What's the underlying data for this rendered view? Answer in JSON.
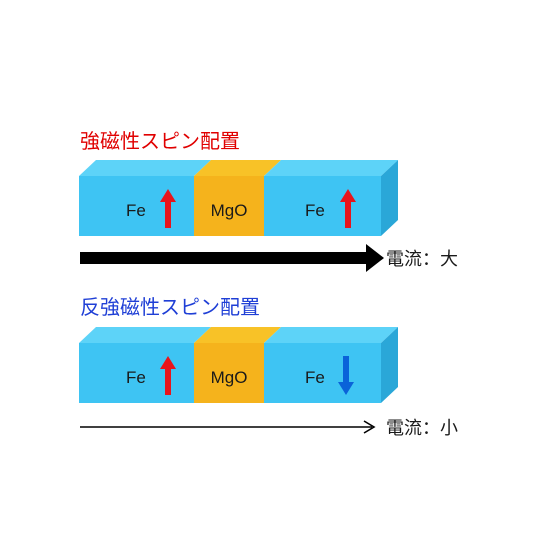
{
  "colors": {
    "fe_front": "#3ec4f3",
    "fe_top": "#5dd3f8",
    "fe_side": "#2aa7d8",
    "mgo_front": "#f5b31c",
    "mgo_top": "#f8c227",
    "arrow_red": "#e8141b",
    "arrow_blue": "#0a63d9",
    "title_ferro": "#e00000",
    "title_anti": "#1f3fd6"
  },
  "panels": [
    {
      "title": "強磁性スピン配置",
      "left_label": "Fe",
      "middle_label": "MgO",
      "right_label": "Fe",
      "left_spin": "up-arrow",
      "right_spin": "up-arrow",
      "current_label": "電流：大",
      "current_arrow": "thick-arrow"
    },
    {
      "title": "反強磁性スピン配置",
      "left_label": "Fe",
      "middle_label": "MgO",
      "right_label": "Fe",
      "left_spin": "up-arrow",
      "right_spin": "down-arrow",
      "current_label": "電流：小",
      "current_arrow": "thin-arrow"
    }
  ]
}
